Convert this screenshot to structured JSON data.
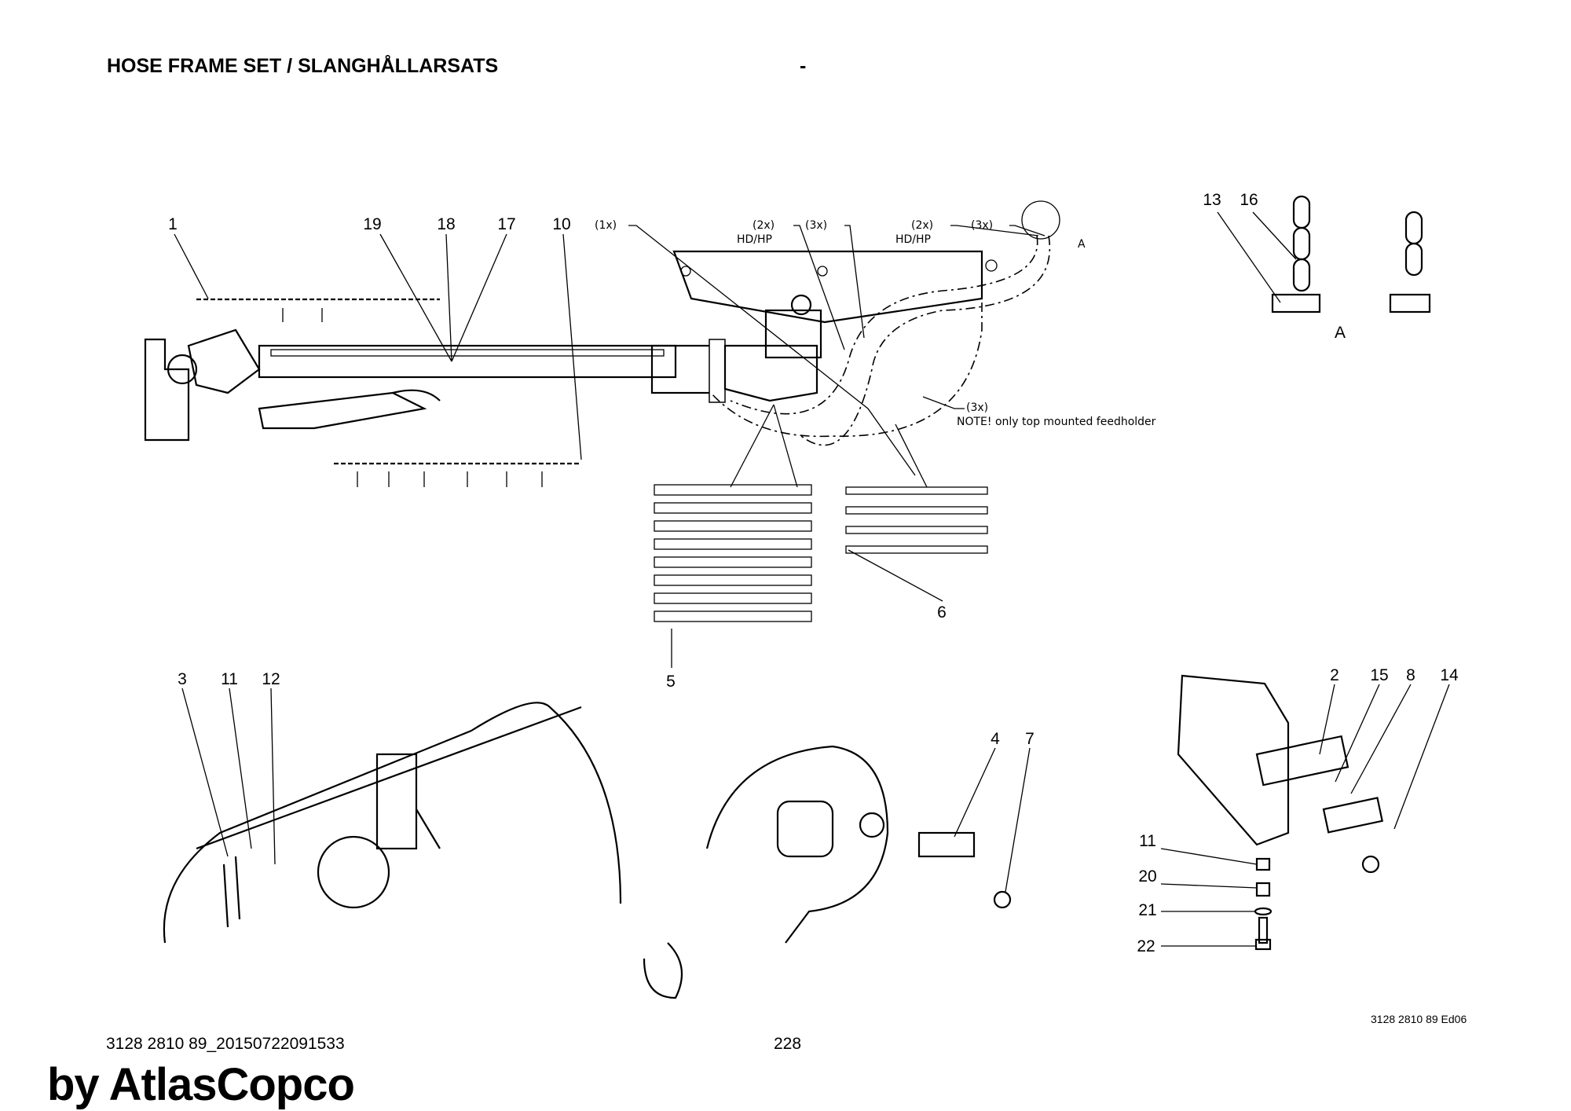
{
  "header": {
    "title": "HOSE FRAME SET / SLANGHÅLLARSATS",
    "dash": "-"
  },
  "callouts": {
    "top": [
      "1",
      "19",
      "18",
      "17",
      "10"
    ],
    "qty": {
      "q1": "(1x)",
      "q2": "(2x)",
      "hd1": "HD/HP",
      "q3": "(3x)",
      "q4": "(2x)",
      "hd2": "HD/HP",
      "q5": "(3x)",
      "a1": "A"
    },
    "detail_a": {
      "n13": "13",
      "n16": "16",
      "a": "A"
    },
    "note": {
      "qty": "(3x)",
      "text": "NOTE! only top mounted feedholder"
    },
    "strips": {
      "n5": "5",
      "n6": "6"
    },
    "bottom_left": [
      "3",
      "11",
      "12"
    ],
    "bottom_mid": [
      "4",
      "7"
    ],
    "bottom_right": [
      "2",
      "15",
      "8",
      "14"
    ],
    "stack": [
      "11",
      "20",
      "21",
      "22"
    ]
  },
  "footer": {
    "doc_ref": "3128 2810 89 Ed06",
    "file_id": "3128 2810 89_20150722091533",
    "page": "228",
    "brand": "by AtlasCopco"
  }
}
